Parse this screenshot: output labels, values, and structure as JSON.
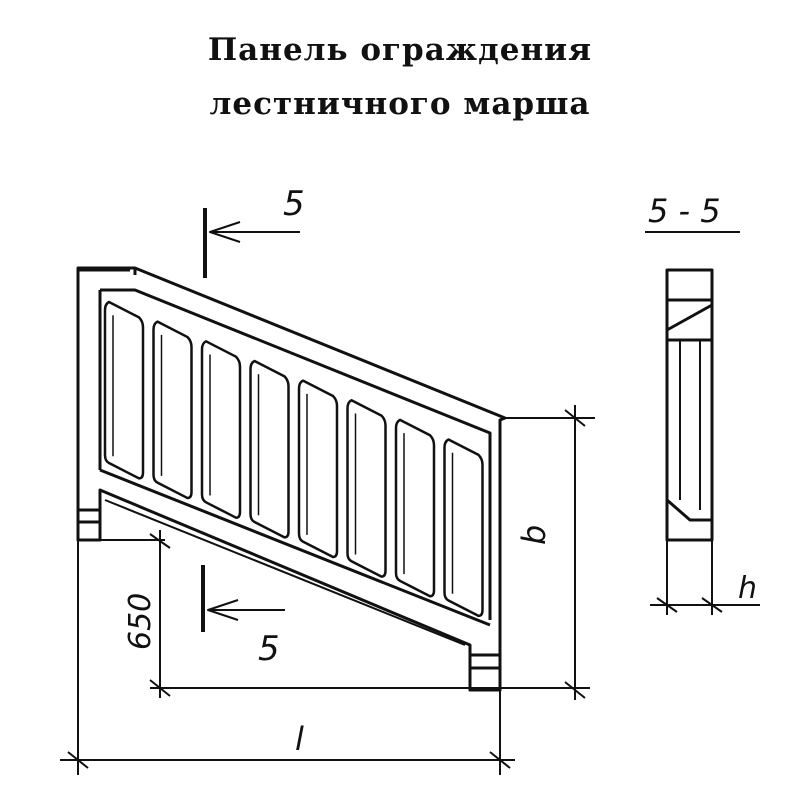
{
  "title": {
    "line1": "Панель ограждения",
    "line2": "лестничного марша"
  },
  "section_mark_top": "5",
  "section_mark_bottom": "5",
  "section_title": "5 - 5",
  "dimensions": {
    "height": "b",
    "thickness": "h",
    "leg_height": "650",
    "length": "l"
  }
}
